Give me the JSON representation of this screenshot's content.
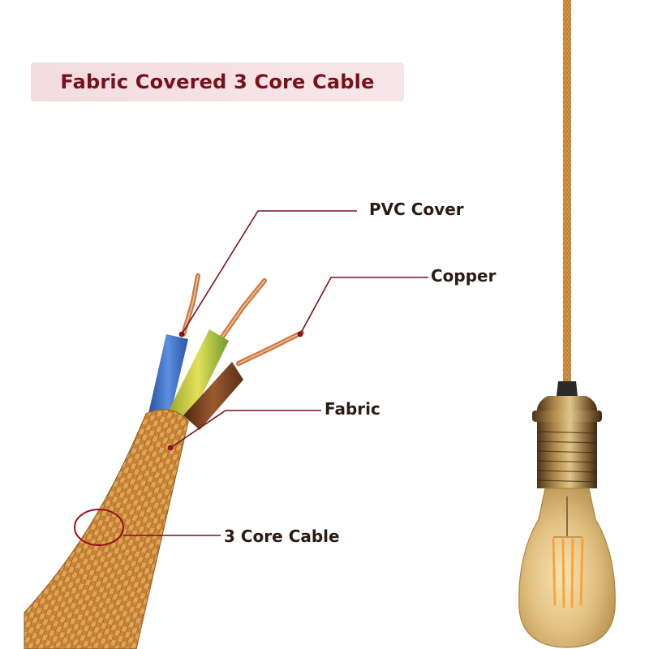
{
  "title": "Fabric Covered 3 Core Cable",
  "labels": {
    "pvc_cover": "PVC Cover",
    "copper": "Copper",
    "fabric": "Fabric",
    "core_cable": "3 Core Cable"
  },
  "colors": {
    "title_text": "#7a0f1b",
    "title_bg": "#f3dcdf",
    "leader_line": "#7a0f1b",
    "cable_fabric": "#c98433",
    "wire_blue": "#3b6fc2",
    "wire_green_yellow": "#b9c43a",
    "wire_brown": "#7a4320",
    "copper": "#d98c5a",
    "lamp_holder": "#8a6a3a",
    "bulb_glass": "#d9b778"
  },
  "icons": [
    "cable-illustration",
    "pendant-lamp-illustration"
  ]
}
